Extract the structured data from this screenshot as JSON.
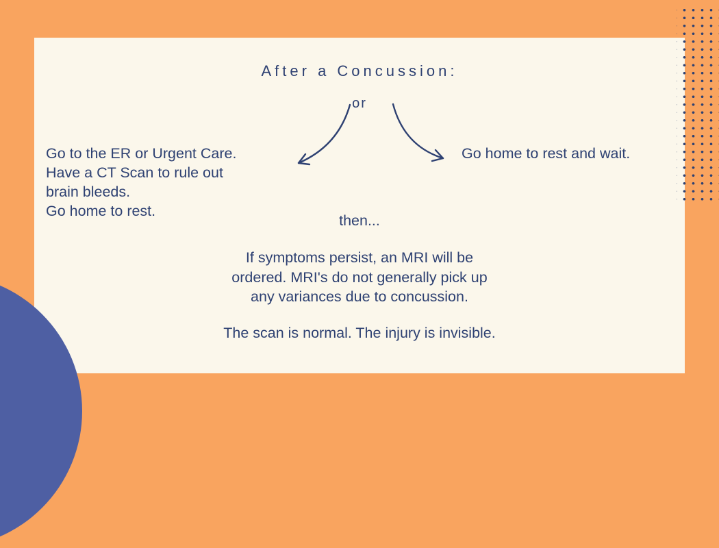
{
  "colors": {
    "background": "#F9A45F",
    "card": "#FBF7EB",
    "ink": "#2E4172",
    "circle": "#4E5FA3"
  },
  "title": "After a Concussion:",
  "branch": {
    "or_label": "or",
    "left": {
      "lines": [
        "Go to the ER or Urgent Care.",
        "Have a CT Scan to rule out",
        "brain bleeds.",
        "Go home to rest."
      ]
    },
    "right": {
      "text": "Go home to rest and wait."
    }
  },
  "then_label": "then...",
  "body": {
    "lines": [
      "If symptoms persist, an MRI will be",
      "ordered. MRI's do not generally pick up",
      "any variances due to concussion."
    ],
    "conclusion": "The scan is normal. The injury is invisible."
  }
}
